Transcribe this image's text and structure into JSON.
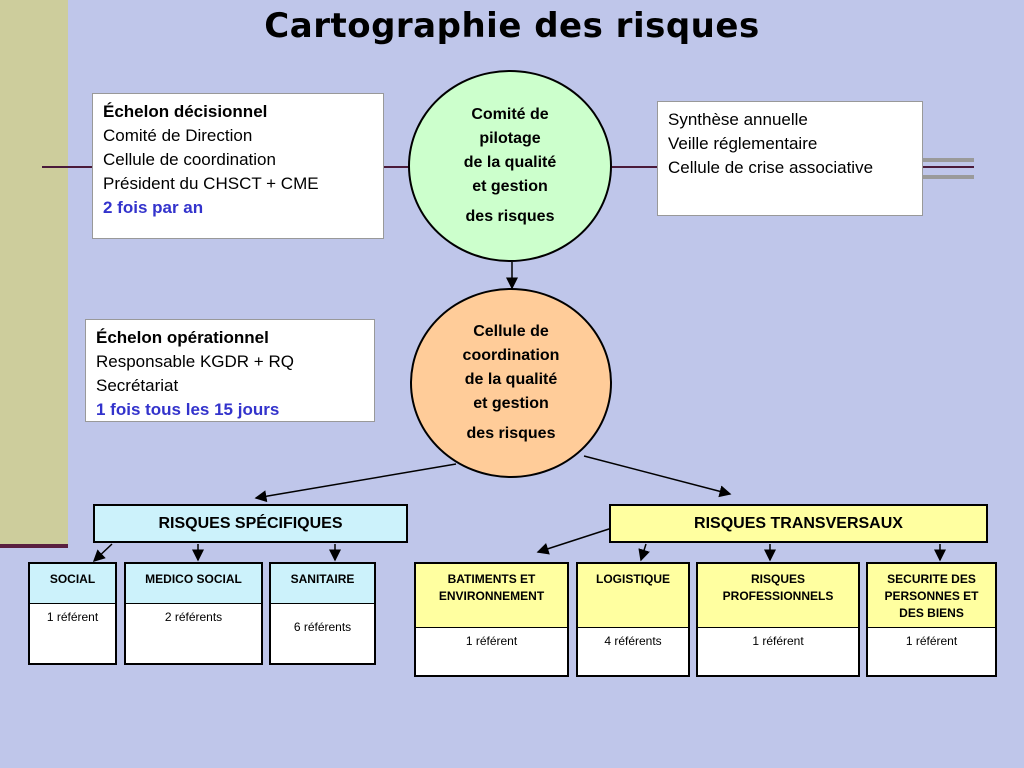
{
  "title": "Cartographie des risques",
  "colors": {
    "background": "#bfc6ea",
    "green": "#ccffcc",
    "orange": "#ffcc99",
    "cyan": "#ccf2fb",
    "yellow": "#ffffa0",
    "blue_text": "#3333cc"
  },
  "decisional": {
    "title": "Échelon décisionnel",
    "lines": [
      "Comité de Direction",
      "Cellule de coordination",
      "Président du CHSCT + CME"
    ],
    "frequency": "2 fois par an"
  },
  "synthesis": {
    "lines": [
      "Synthèse annuelle",
      "Veille réglementaire",
      "Cellule de crise associative"
    ]
  },
  "pilot_committee": {
    "lines": [
      "Comité de",
      "pilotage",
      "de la qualité",
      "et gestion"
    ],
    "last": "des risques"
  },
  "operational": {
    "title": "Échelon opérationnel",
    "lines": [
      "Responsable KGDR + RQ",
      "Secrétariat"
    ],
    "frequency": "1 fois tous les 15 jours"
  },
  "coordination_cell": {
    "lines": [
      "Cellule de",
      "coordination",
      "de la qualité",
      "et gestion"
    ],
    "last": "des risques"
  },
  "specific_risks": {
    "label": "RISQUES SPÉCIFIQUES",
    "items": [
      {
        "header": "SOCIAL",
        "body": "1 référent"
      },
      {
        "header": "MEDICO SOCIAL",
        "body": "2 référents"
      },
      {
        "header": "SANITAIRE",
        "body": "6 référents"
      }
    ]
  },
  "transversal_risks": {
    "label": "RISQUES TRANSVERSAUX",
    "items": [
      {
        "header": "BATIMENTS ET ENVIRONNEMENT",
        "body": "1 référent"
      },
      {
        "header": "LOGISTIQUE",
        "body": "4 référents"
      },
      {
        "header": "RISQUES PROFESSIONNELS",
        "body": "1 référent"
      },
      {
        "header": "SECURITE DES PERSONNES ET DES BIENS",
        "body": "1 référent"
      }
    ]
  }
}
